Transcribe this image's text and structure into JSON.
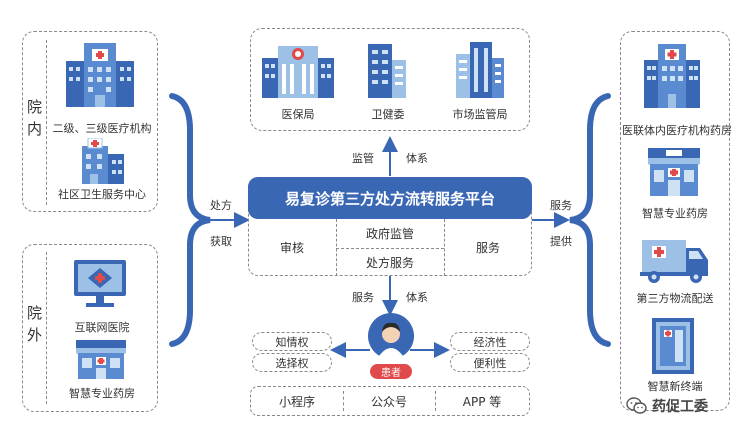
{
  "left_top": {
    "side_chars": [
      "院",
      "内"
    ],
    "items": [
      {
        "label": "二级、三级医疗机构",
        "icon": "hospital-building-icon"
      },
      {
        "label": "社区卫生服务中心",
        "icon": "community-health-center-icon"
      }
    ]
  },
  "left_bottom": {
    "side_chars": [
      "院",
      "外"
    ],
    "items": [
      {
        "label": "互联网医院",
        "icon": "internet-hospital-monitor-icon"
      },
      {
        "label": "智慧专业药房",
        "icon": "pharmacy-store-icon"
      }
    ]
  },
  "top": {
    "items": [
      {
        "label": "医保局",
        "icon": "government-building-icon"
      },
      {
        "label": "卫健委",
        "icon": "office-tower-icon"
      },
      {
        "label": "市场监管局",
        "icon": "office-block-icon"
      }
    ]
  },
  "right": {
    "items": [
      {
        "label": "医联体内医疗机构药房",
        "icon": "hospital-building-icon"
      },
      {
        "label": "智慧专业药房",
        "icon": "pharmacy-store-icon"
      },
      {
        "label": "第三方物流配送",
        "icon": "delivery-truck-icon"
      },
      {
        "label": "智慧新终端",
        "icon": "smart-terminal-icon"
      }
    ]
  },
  "platform": {
    "title": "易复诊第三方处方流转服务平台",
    "cells": {
      "left": "审核",
      "center_top": "政府监管",
      "center_bottom": "处方服务",
      "right": "服务"
    }
  },
  "arrows": {
    "top": [
      "监管",
      "体系"
    ],
    "left": [
      "处方",
      "获取"
    ],
    "right": [
      "服务",
      "提供"
    ],
    "bottom": [
      "服务",
      "体系"
    ]
  },
  "patient": {
    "badge": "患者",
    "left_pills": [
      "知情权",
      "选择权"
    ],
    "right_pills": [
      "经济性",
      "便利性"
    ]
  },
  "channels": [
    "小程序",
    "公众号",
    "APP 等"
  ],
  "watermark": "药促工委",
  "colors": {
    "accent": "#3a67b4",
    "light": "#9cc0e6",
    "red": "#e04a4a"
  }
}
